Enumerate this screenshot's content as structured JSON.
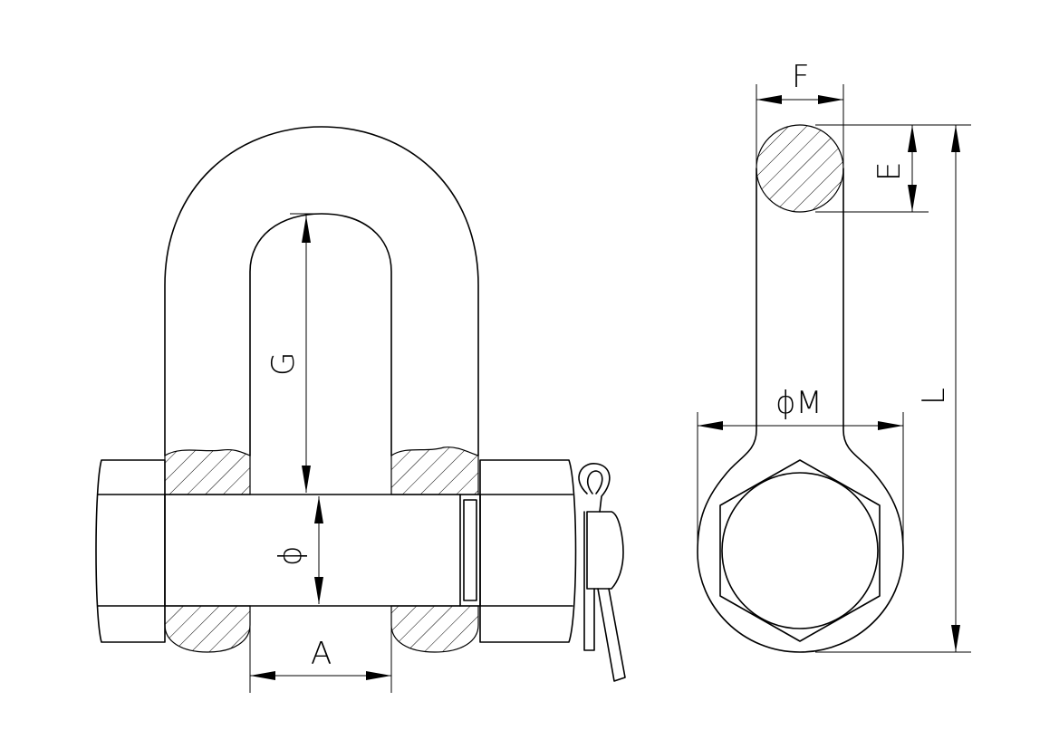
{
  "labels": {
    "A": "A",
    "G": "G",
    "phi": "ϕ",
    "F": "F",
    "E": "E",
    "L": "L",
    "phiM": "ϕM"
  }
}
